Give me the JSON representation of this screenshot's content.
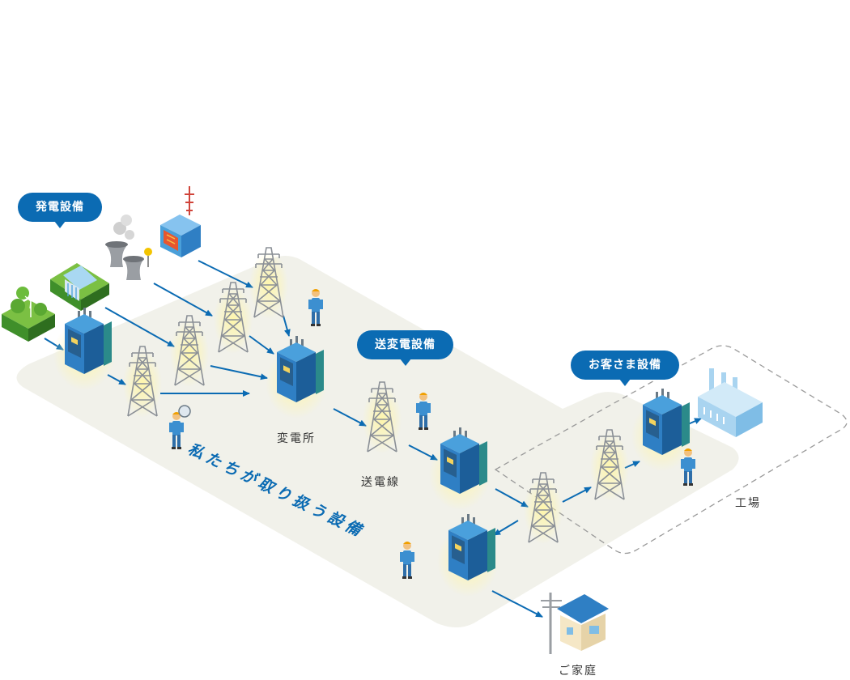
{
  "callouts": {
    "generation": "発電設備",
    "transmission": "送変電設備",
    "customer": "お客さま設備"
  },
  "labels": {
    "substation": "変電所",
    "power_line": "送電線",
    "factory": "工場",
    "home": "ご家庭"
  },
  "area_title": "私たちが取り扱う設備",
  "colors": {
    "accent": "#0b6bb3",
    "area": "#f1f1ea",
    "equipment": "#2f7fc4"
  }
}
